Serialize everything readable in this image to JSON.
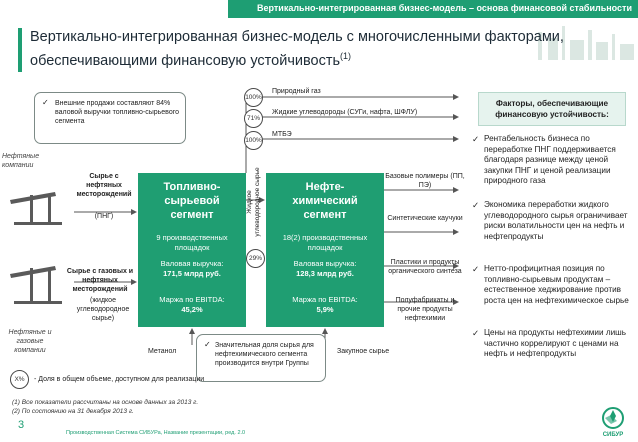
{
  "header": {
    "banner": "Вертикально-интегрированная бизнес-модель – основа финансовой стабильности",
    "title_line1": "Вертикально-интегрированная бизнес-модель с многочисленными факторами,",
    "title_line2": "обеспечивающими финансовую устойчивость",
    "title_sup": "(1)"
  },
  "callouts": {
    "external_sales": "Внешние продажи составляют 84% валовой выручки топливно-сырьевого сегмента",
    "petro_share": "Значительная доля сырья для нефтехимического сегмента производится внутри Группы"
  },
  "left": {
    "oil_companies": "Нефтяные компании",
    "oil_gas_companies": "Нефтяные и газовые компании",
    "raw_from_oil": "Сырье с нефтяных месторождений",
    "png": "(ПНГ)",
    "raw_from_gas": "Сырье с газовых и нефтяных месторождений",
    "liquid_raw": "(жидкое углеводородное сырье)",
    "methanol": "Метанол"
  },
  "fuel_segment": {
    "title": "Топливно-сырьевой сегмент",
    "plants": "9 производственных площадок",
    "revenue_label": "Валовая выручка:",
    "revenue_value": "171,5 млрд руб.",
    "ebitda_label": "Маржа по EBITDA:",
    "ebitda_value": "45,2%"
  },
  "petro_segment": {
    "title": "Нефте-химический сегмент",
    "plants": "18(2) производственных площадок",
    "revenue_label": "Валовая выручка:",
    "revenue_value": "128,3 млрд руб.",
    "ebitda_label": "Маржа по EBITDA:",
    "ebitda_value": "5,9%"
  },
  "flows": {
    "natural_gas": "Природный газ",
    "liquid_hc": "Жидкие углеводороды (СУГи, нафта, ШФЛУ)",
    "mtbe": "МТБЭ",
    "liquid_raw_vertical": "Жидкое углеводородное сырье",
    "bought_raw": "Закупное сырье",
    "pct_100a": "100%",
    "pct_71": "71%",
    "pct_100b": "100%",
    "pct_29": "29%"
  },
  "outputs": {
    "base_polymers": "Базовые полимеры (ПП, ПЭ)",
    "synthetic_rubbers": "Синтетические каучуки",
    "plastics": "Пластики и продукты органического синтеза",
    "semi_products": "Полуфабрикаты и прочие продукты нефтехимии"
  },
  "legend": {
    "badge": "X%",
    "text": "- Доля в общем объеме, доступном для реализации"
  },
  "factors": {
    "heading": "Факторы, обеспечивающие финансовую устойчивость:",
    "items": [
      "Рентабельность бизнеса по переработке ПНГ поддерживается благодаря разнице между ценой закупки ПНГ и ценой реализации природного газа",
      "Экономика переработки жидкого углеводородного сырья ограничивает риски волатильности цен на нефть и нефтепродукты",
      "Нетто-профицитная позиция по топливно-сырьевым продуктам – естественное хеджирование против роста цен на нефтехимическое сырье",
      "Цены на продукты нефтехимии лишь частично коррелируют с ценами на нефть и нефтепродукты"
    ]
  },
  "footnotes": {
    "n1": "(1)   Все показатели рассчитаны на основе данных за 2013 г.",
    "n2": "(2)   По состоянию на 31 декабря 2013 г."
  },
  "footer": {
    "page": "3",
    "text": "Производственная Система СИБУРа, Название презентации, ред. 2.0",
    "logo_text": "СИБУР"
  },
  "colors": {
    "accent": "#1e9e73",
    "box": "#1f9e72",
    "arrow": "#555555"
  }
}
